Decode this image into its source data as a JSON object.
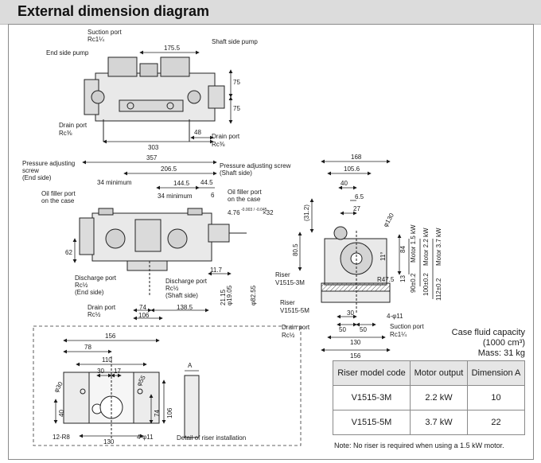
{
  "header": {
    "title": "External dimension diagram"
  },
  "labels": {
    "suction_port": "Suction port",
    "suction_port_size": "Rc1¼",
    "shaft_side_pump": "Shaft side pump",
    "end_side_pump": "End side pump",
    "drain_port_a": "Drain port",
    "drain_port_a_size": "Rc⅜",
    "drain_port_b": "Drain port",
    "drain_port_b_size": "Rc⅜",
    "pressure_adjusting_screw_end": "Pressure adjusting",
    "pressure_adjusting_screw_end_2": "screw",
    "pressure_adjusting_screw_end_3": "(End side)",
    "pressure_adjusting_screw_shaft": "Pressure adjusting screw",
    "pressure_adjusting_screw_shaft_2": "(Shaft side)",
    "oil_filler_left": "Oil filler port",
    "oil_filler_left_2": "on the case",
    "oil_filler_right": "Oil filler port",
    "oil_filler_right_2": "on the case",
    "discharge_port_end": "Discharge port",
    "discharge_port_end_2": "Rc½",
    "discharge_port_end_3": "(End side)",
    "discharge_port_shaft": "Discharge port",
    "discharge_port_shaft_2": "Rc½",
    "discharge_port_shaft_3": "(Shaft side)",
    "drain_port_c": "Drain port",
    "drain_port_c_size": "Rc½",
    "riser_3m": "Riser",
    "riser_3m_2": "V1515-3M",
    "riser_5m": "Riser",
    "riser_5m_2": "V1515-5M",
    "drain_port_d": "Drain port",
    "drain_port_d_size": "Rc½",
    "suction_port_side": "Suction port",
    "suction_port_side_size": "Rc1¼",
    "detail_caption": "Detail of riser installation",
    "key_size": "4.76",
    "key_size_tol": "-0.003 / -0.045",
    "key_size_len": "×32",
    "shaft_dia_1": "φ19.05",
    "shaft_dia_2": "φ82.55",
    "bolt_holes": "4-φ11",
    "bolt_holes_detail": "4-φ11",
    "r_note": "12-R8",
    "r_corner": "R47.5",
    "motor_15": "Motor 1.5 kW",
    "motor_22": "Motor 2.2 kW",
    "motor_37": "Motor 3.7 kW",
    "dim_a_label": "A"
  },
  "dims": {
    "top_175_5": "175.5",
    "top_75a": "75",
    "top_75b": "75",
    "top_48": "48",
    "top_303": "303",
    "mid_357": "357",
    "mid_206_5": "206.5",
    "mid_34_min_a": "34 minimum",
    "mid_34_min_b": "34 minimum",
    "mid_144_5": "144.5",
    "mid_44_5": "44.5",
    "mid_6": "6",
    "mid_11_7": "11.7",
    "mid_62": "62",
    "mid_21_15": "21.15",
    "mid_74": "74",
    "mid_138_5": "138.5",
    "mid_106": "106",
    "side_168": "168",
    "side_105_6": "105.6",
    "side_40": "40",
    "side_6_5": "6.5",
    "side_27": "27",
    "side_31_2": "(31.2)",
    "side_80_5": "80.5",
    "side_130_dia": "φ130",
    "side_11": "11°",
    "side_84": "84",
    "side_13": "13",
    "side_90": "90±0.2",
    "side_100": "100±0.2",
    "side_112": "112±0.2",
    "side_30": "30",
    "side_50a": "50",
    "side_50b": "50",
    "side_130": "130",
    "side_156": "156",
    "det_156": "156",
    "det_78": "78",
    "det_110": "110",
    "det_30": "30",
    "det_17": "17",
    "det_30_dia": "φ30",
    "det_55_dia": "φ55",
    "det_40": "40",
    "det_74": "74",
    "det_106": "106",
    "det_130": "130"
  },
  "capacity": {
    "line1": "Case fluid capacity",
    "line2": "(1000 cm³)",
    "line3": "Mass: 31 kg"
  },
  "table": {
    "headers": [
      "Riser model code",
      "Motor output",
      "Dimension A"
    ],
    "rows": [
      [
        "V1515-3M",
        "2.2 kW",
        "10"
      ],
      [
        "V1515-5M",
        "3.7 kW",
        "22"
      ]
    ]
  },
  "note": "Note: No riser is required when using a 1.5 kW motor."
}
